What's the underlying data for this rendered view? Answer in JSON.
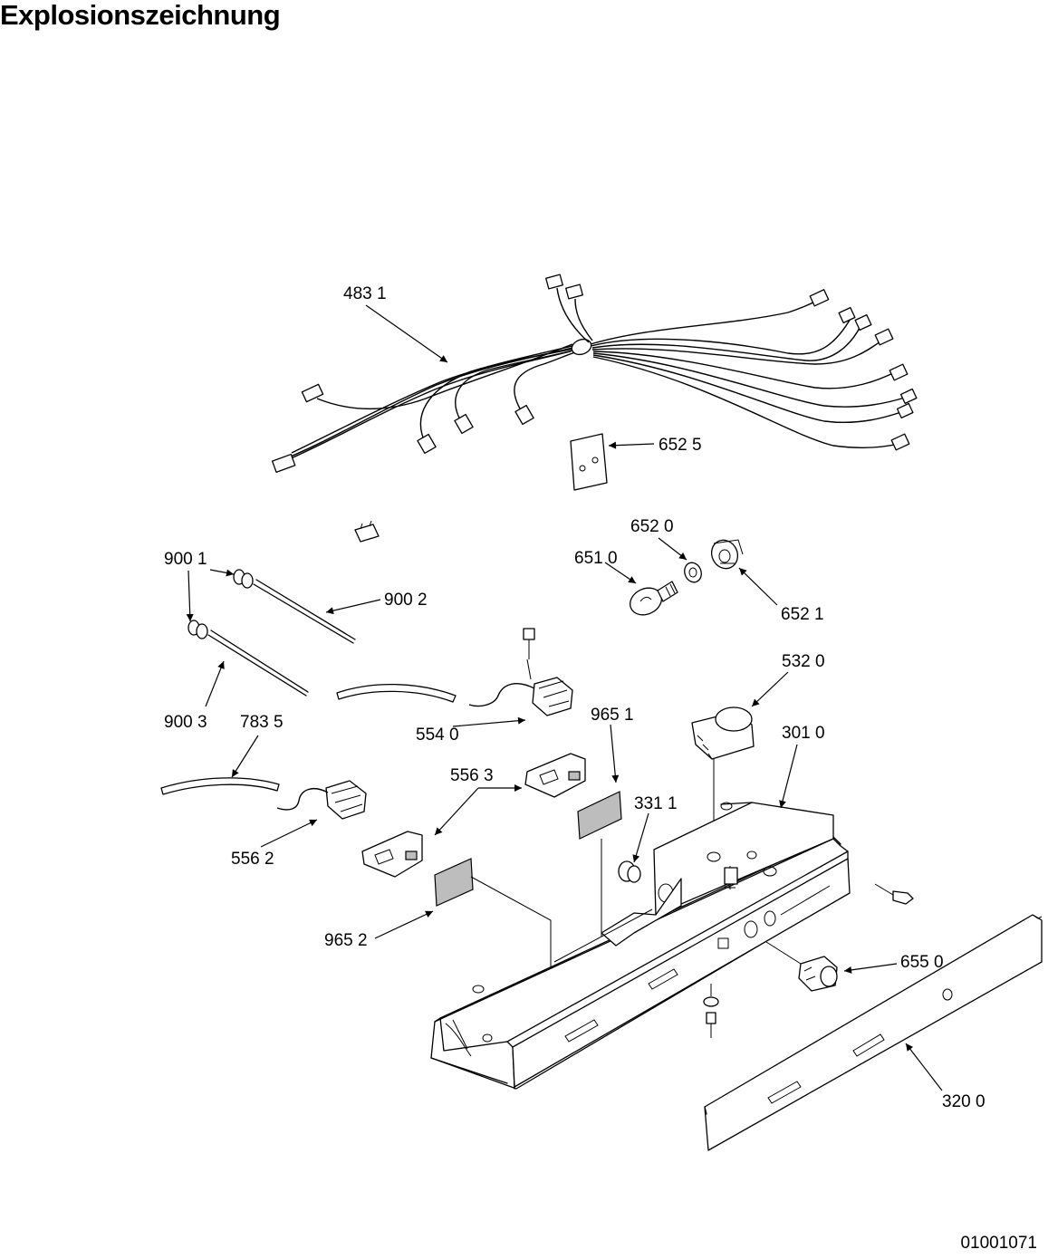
{
  "header": {
    "title": "Explosionszeichnung"
  },
  "footer": {
    "drawing_number": "01001071"
  },
  "diagram": {
    "callouts": [
      {
        "id": "c4831",
        "text": "483 1"
      },
      {
        "id": "c6525",
        "text": "652 5"
      },
      {
        "id": "c6520",
        "text": "652 0"
      },
      {
        "id": "c6510",
        "text": "651 0"
      },
      {
        "id": "c6521",
        "text": "652 1"
      },
      {
        "id": "c9001",
        "text": "900 1"
      },
      {
        "id": "c9002",
        "text": "900 2"
      },
      {
        "id": "c9003",
        "text": "900 3"
      },
      {
        "id": "c7835",
        "text": "783 5"
      },
      {
        "id": "c5320",
        "text": "532 0"
      },
      {
        "id": "c5540",
        "text": "554 0"
      },
      {
        "id": "c9651",
        "text": "965 1"
      },
      {
        "id": "c3010",
        "text": "301 0"
      },
      {
        "id": "c5563",
        "text": "556 3"
      },
      {
        "id": "c3311",
        "text": "331 1"
      },
      {
        "id": "c5562",
        "text": "556 2"
      },
      {
        "id": "c9652",
        "text": "965 2"
      },
      {
        "id": "c6550",
        "text": "655 0"
      },
      {
        "id": "c3200",
        "text": "320 0"
      }
    ]
  }
}
